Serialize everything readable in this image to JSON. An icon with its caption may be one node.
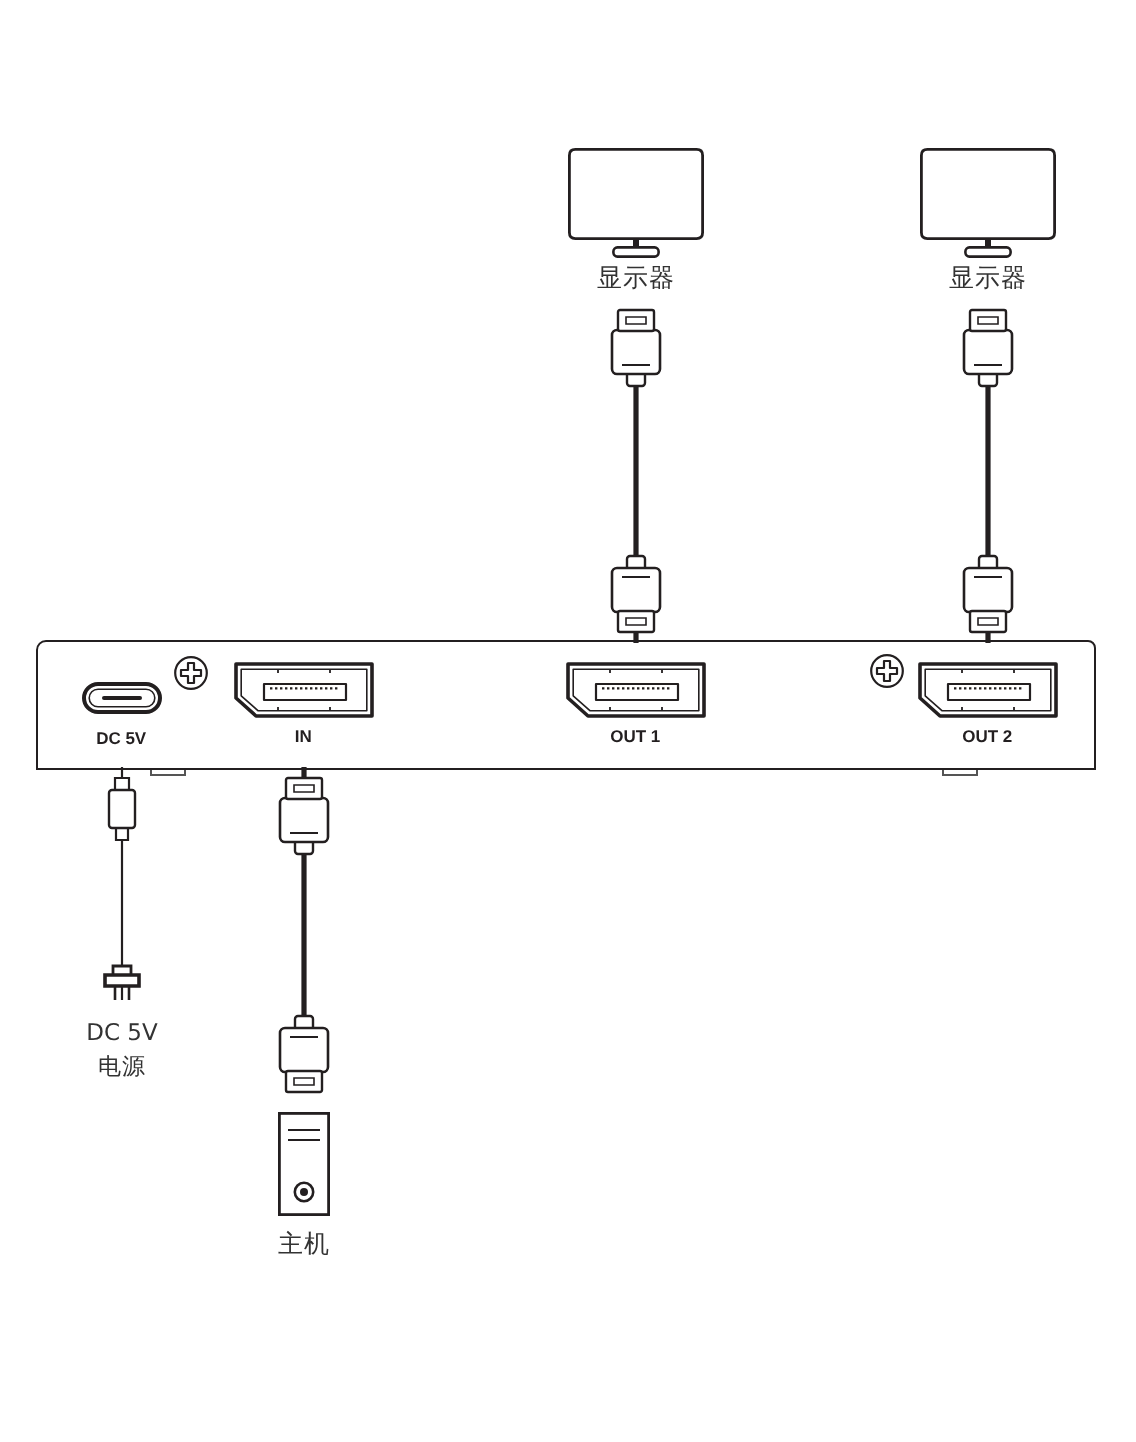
{
  "diagram": {
    "nodes": [
      {
        "text": [
          "显示器"
        ]
      },
      {
        "text": [
          "显示器"
        ]
      },
      {
        "text": [],
        "shape": "box"
      },
      {
        "text": [
          "DC 5V"
        ],
        "in": 2
      },
      {
        "text": [
          "IN"
        ],
        "in": 2
      },
      {
        "text": [
          "OUT 1"
        ],
        "in": 2
      },
      {
        "text": [
          "OUT 2"
        ],
        "in": 2
      },
      {
        "text": [
          "DC 5V 电源"
        ]
      },
      {
        "text": [
          "主机"
        ]
      }
    ],
    "edges": [
      {
        "from": 3,
        "to": 7,
        "arrow": "other"
      },
      {
        "from": 4,
        "to": 8,
        "arrow": "other"
      },
      {
        "from": 5,
        "to": 0,
        "arrow": "other"
      },
      {
        "from": 6,
        "to": 1,
        "arrow": "other"
      }
    ]
  }
}
